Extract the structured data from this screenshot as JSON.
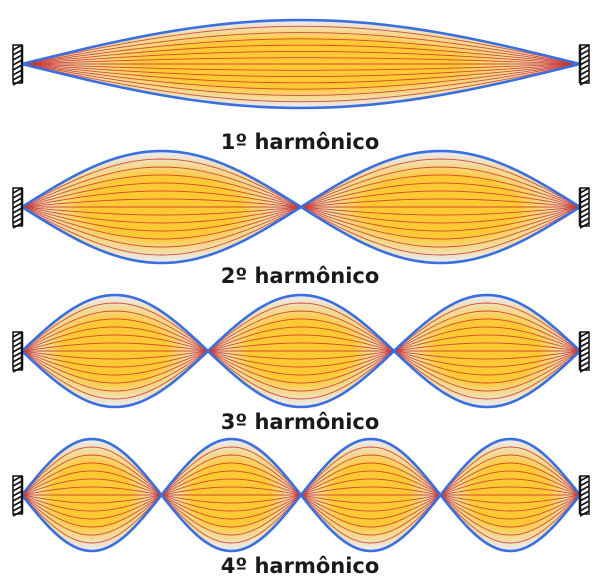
{
  "colors": {
    "background": "#ffffff",
    "envelope_stroke": "#3a6fe0",
    "string_line": "#c8342a",
    "fill_center": "#ffc933",
    "fill_node": "#e9ecff",
    "support_hatch": "#111111",
    "label_text": "#1a1a1a"
  },
  "diagram": {
    "harmonics": [
      {
        "n": 1,
        "label": "1º harmônico"
      },
      {
        "n": 2,
        "label": "2º harmônico"
      },
      {
        "n": 3,
        "label": "3º harmônico"
      },
      {
        "n": 4,
        "label": "4º harmônico"
      }
    ]
  }
}
